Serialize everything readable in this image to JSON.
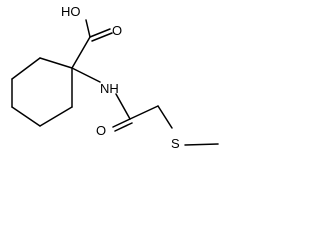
{
  "molecule": {
    "atoms": {
      "hydroxyl": "HO",
      "carbonyl_oxygen_acid": "O",
      "amide_nitrogen": "NH",
      "carbonyl_oxygen_amide": "O",
      "sulfur": "S"
    }
  }
}
